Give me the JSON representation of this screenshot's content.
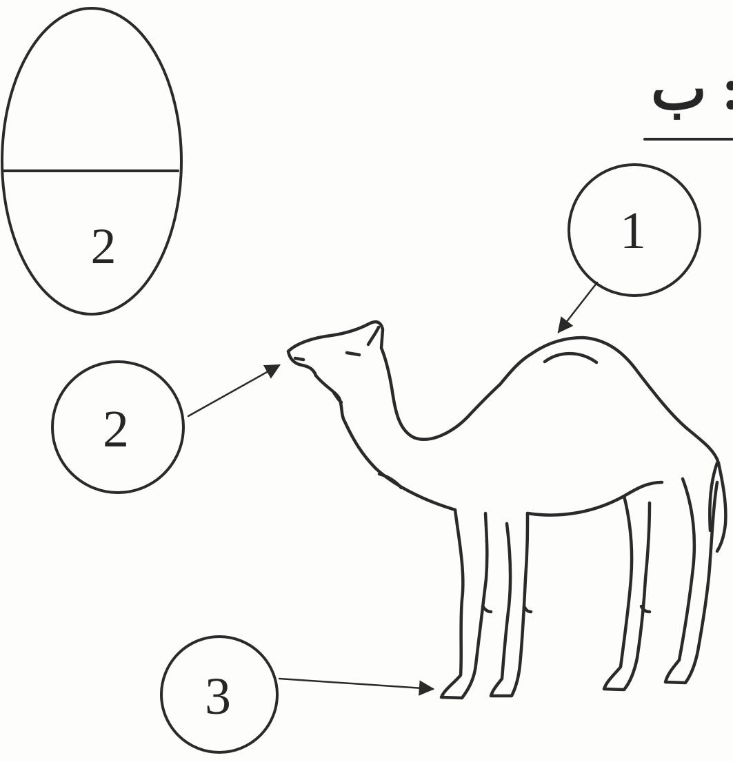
{
  "header": {
    "fragment": "ب :"
  },
  "score_badge": {
    "denominator": "2"
  },
  "callouts": [
    {
      "label": "1"
    },
    {
      "label": "2"
    },
    {
      "label": "3"
    }
  ],
  "colors": {
    "ink": "#2a2a2a",
    "paper": "#fdfdfb"
  },
  "figure": {
    "icon": "camel-icon"
  }
}
